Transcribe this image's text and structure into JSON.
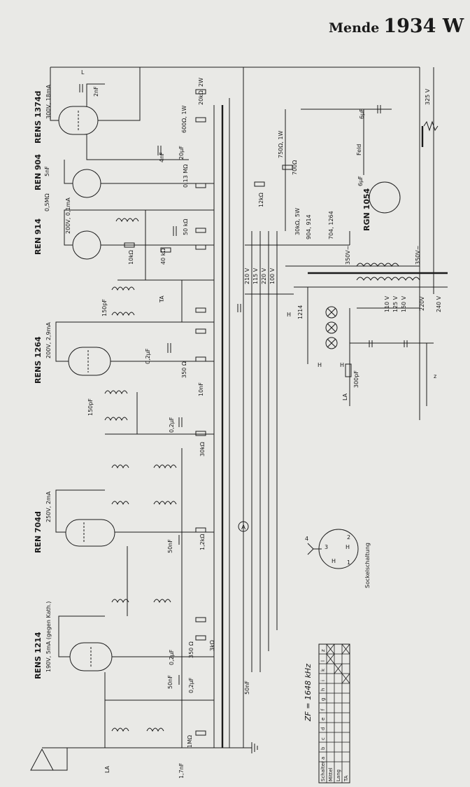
{
  "header": {
    "brand": "Mende",
    "model": "1934 W"
  },
  "tubes": [
    {
      "name": "RENS 1374d",
      "rating": "300V, 18mA"
    },
    {
      "name": "REN 904",
      "rating": ""
    },
    {
      "name": "REN 914",
      "rating": "200V, 0,1mA"
    },
    {
      "name": "RENS 1264",
      "rating": "200V, 2,9mA"
    },
    {
      "name": "REN 704d",
      "rating": "250V, 2mA"
    },
    {
      "name": "RENS 1214",
      "rating": "190V, 5mA (gegen Kath.)"
    },
    {
      "name": "RGN 1054",
      "rating": ""
    }
  ],
  "labels": {
    "speaker": "L",
    "v325": "325 V",
    "c6uf": "6µF",
    "feld": "Feld",
    "c2nf": "2nF",
    "r20k": "20kΩ, 2W",
    "r600": "600Ω, 1W",
    "r750": "750Ω, 1W",
    "r700": "700Ω",
    "r12k": "12kΩ",
    "r30k": "30kΩ, 5W",
    "c20uf": "20µF",
    "c4nf": "4nF",
    "c5nf": "5nF",
    "r05m": "0,5MΩ",
    "r13m": "0,13 MΩ",
    "r50k": "50 kΩ",
    "r10k": "10kΩ",
    "r40k": "40 kΩ",
    "c150pf": "150pF",
    "ta": "TA",
    "c02uf": "0,2µF",
    "r350": "350 Ω",
    "c10nf": "10nF",
    "r30k2": "30kΩ",
    "r12k2": "1,2kΩ",
    "c50nf": "50nF",
    "r3k": "3kΩ",
    "r1m": "1MΩ",
    "c17nf": "1,7nF",
    "la": "LA",
    "c300pf": "300pF",
    "v210": "210 V",
    "v115": "115 V",
    "v220": "220 V",
    "v100": "100 V",
    "v350a": "350V~",
    "v350b": "350V~",
    "t110": "110 V",
    "t125": "125 V",
    "t150": "150 V",
    "t220": "220V",
    "t240": "240 V",
    "h": "H",
    "h1214": "1214",
    "h904": "904, 914",
    "h704": "704, 1264",
    "z": "z",
    "meter": "A",
    "sockel": "Sockelschaltung",
    "zf": "ZF = 1648 kHz"
  },
  "socket_pins": [
    "4",
    "3",
    "2",
    "H",
    "H",
    "1"
  ],
  "switch_table": {
    "columns": [
      "Schalter",
      "a",
      "b",
      "c",
      "d",
      "e",
      "f",
      "g",
      "h",
      "i",
      "k",
      "l",
      "z"
    ],
    "rows": [
      "Mittel",
      "Lang",
      "TA"
    ]
  }
}
